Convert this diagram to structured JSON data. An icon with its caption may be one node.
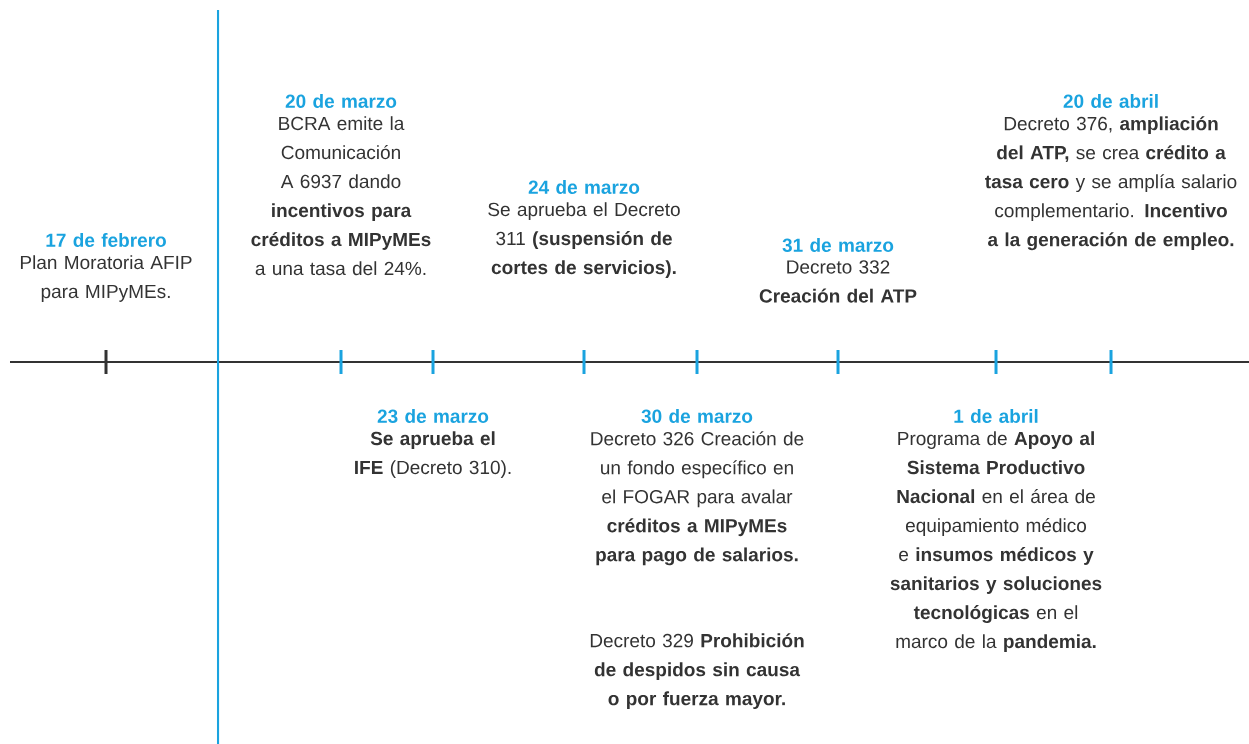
{
  "diagram": {
    "labels": [
      "17 de febrero",
      "Plan Moratoria AFIP para MIPyMEs.",
      "20 de marzo",
      "BCRA emite la Comunicación A 6937 dando **incentivos para créditos a MIPyMEs** a una tasa del 24%.",
      "23 de marzo",
      "**Se aprueba el IFE** (Decreto 310).",
      "24 de marzo",
      "Se aprueba el Decreto 311 **(suspensión de cortes de servicios).**",
      "30 de marzo",
      "Decreto 326 Creación de un fondo específico en el FOGAR para avalar **créditos a MIPyMEs para pago de salarios.**",
      "Decreto 329 **Prohibición de despidos sin causa o por fuerza mayor.**",
      "31 de marzo",
      "Decreto 332 **Creación del ATP**",
      "1 de abril",
      "Programa de **Apoyo al Sistema Productivo Nacional** en el área de equipamiento médico e **insumos médicos y sanitarios y soluciones tecnológicas** en el marco de la **pandemia.**",
      "20 de abril",
      "Decreto 376, **ampliación del ATP,** se crea **crédito a tasa cero** y se amplía salario complementario. **Incentivo a la generación de empleo.**"
    ]
  }
}
